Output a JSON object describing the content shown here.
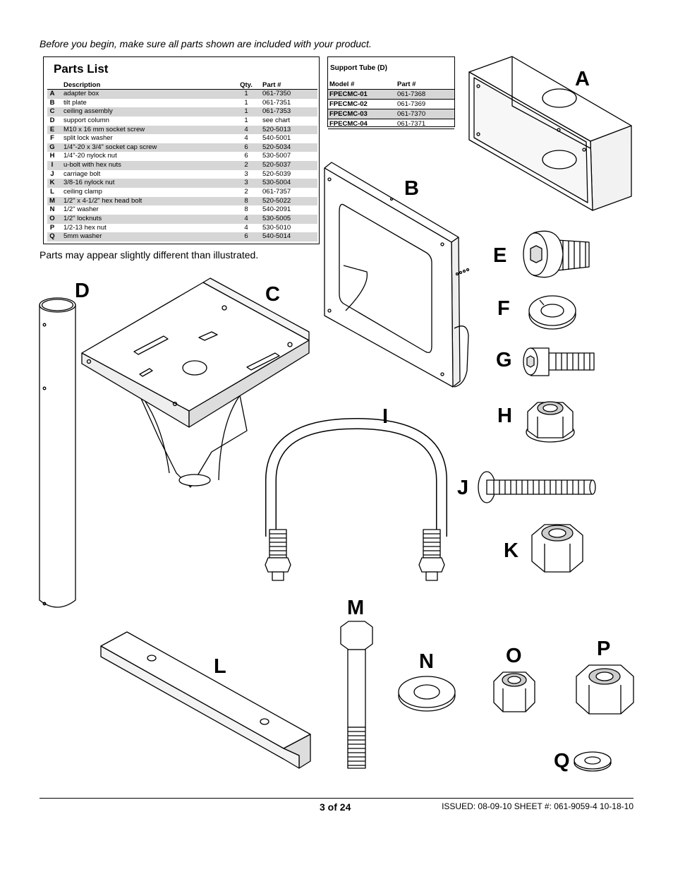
{
  "intro": "Before you begin, make sure all parts shown are included with your product.",
  "parts_list": {
    "title": "Parts List",
    "headers": {
      "letter": "",
      "description": "Description",
      "qty": "Qty.",
      "part": "Part #"
    },
    "rows": [
      {
        "letter": "A",
        "description": "adapter box",
        "qty": "1",
        "part": "061-7350"
      },
      {
        "letter": "B",
        "description": "tilt plate",
        "qty": "1",
        "part": "061-7351"
      },
      {
        "letter": "C",
        "description": "ceiling assembly",
        "qty": "1",
        "part": "061-7353"
      },
      {
        "letter": "D",
        "description": "support column",
        "qty": "1",
        "part": "see chart"
      },
      {
        "letter": "E",
        "description": "M10 x 16 mm socket screw",
        "qty": "4",
        "part": "520-5013"
      },
      {
        "letter": "F",
        "description": "split lock washer",
        "qty": "4",
        "part": "540-5001"
      },
      {
        "letter": "G",
        "description": "1/4\"-20 x 3/4\" socket cap screw",
        "qty": "6",
        "part": "520-5034"
      },
      {
        "letter": "H",
        "description": "1/4\"-20 nylock nut",
        "qty": "6",
        "part": "530-5007"
      },
      {
        "letter": "I",
        "description": "u-bolt with hex nuts",
        "qty": "2",
        "part": "520-5037"
      },
      {
        "letter": "J",
        "description": "carriage bolt",
        "qty": "3",
        "part": "520-5039"
      },
      {
        "letter": "K",
        "description": "3/8-16 nylock nut",
        "qty": "3",
        "part": "530-5004"
      },
      {
        "letter": "L",
        "description": "ceiling clamp",
        "qty": "2",
        "part": "061-7357"
      },
      {
        "letter": "M",
        "description": "1/2\" x 4-1/2\" hex head bolt",
        "qty": "8",
        "part": "520-5022"
      },
      {
        "letter": "N",
        "description": "1/2\" washer",
        "qty": "8",
        "part": "540-2091"
      },
      {
        "letter": "O",
        "description": "1/2\" locknuts",
        "qty": "4",
        "part": "530-5005"
      },
      {
        "letter": "P",
        "description": "1/2-13 hex nut",
        "qty": "4",
        "part": "530-5010"
      },
      {
        "letter": "Q",
        "description": "5mm washer",
        "qty": "6",
        "part": "540-5014"
      }
    ]
  },
  "support_tube": {
    "title": "Support Tube (D)",
    "headers": {
      "model": "Model #",
      "part": "Part #"
    },
    "rows": [
      {
        "model": "FPECMC-01",
        "part": "061-7368"
      },
      {
        "model": "FPECMC-02",
        "part": "061-7369"
      },
      {
        "model": "FPECMC-03",
        "part": "061-7370"
      },
      {
        "model": "FPECMC-04",
        "part": "061-7371"
      }
    ]
  },
  "note": "Parts may appear slightly different than illustrated.",
  "labels": {
    "A": "A",
    "B": "B",
    "C": "C",
    "D": "D",
    "E": "E",
    "F": "F",
    "G": "G",
    "H": "H",
    "I": "I",
    "J": "J",
    "K": "K",
    "L": "L",
    "M": "M",
    "N": "N",
    "O": "O",
    "P": "P",
    "Q": "Q"
  },
  "footer": {
    "page": "3 of 24",
    "issued": "ISSUED: 08-09-10   SHEET #: 061-9059-4  10-18-10"
  }
}
